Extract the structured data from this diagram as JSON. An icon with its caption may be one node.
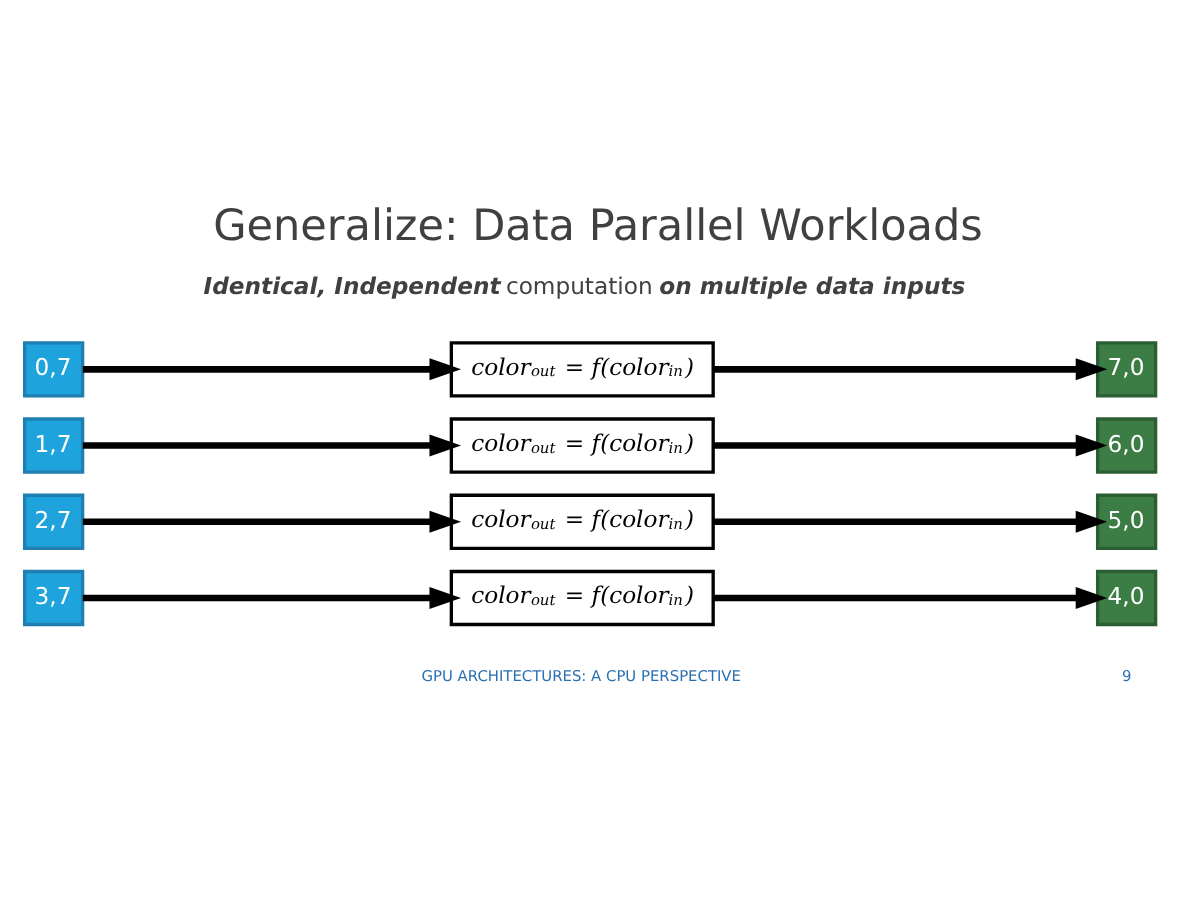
{
  "diagram": {
    "title": "Generalize: Data Parallel Workloads",
    "nodes": [
      {
        "text": [
          "0,7"
        ]
      },
      {
        "text": [
          "color$_{out}$ = f(color$_{in}$)"
        ]
      },
      {
        "text": [
          "7,0"
        ]
      },
      {
        "text": [
          "1,7"
        ]
      },
      {
        "text": [
          "color$_{out}$ = f(color$_{in}$)"
        ]
      },
      {
        "text": [
          "6,0"
        ]
      },
      {
        "text": [
          "2,7"
        ]
      },
      {
        "text": [
          "color$_{out}$ = f(color$_{in}$)"
        ]
      },
      {
        "text": [
          "5,0"
        ]
      },
      {
        "text": [
          "3,7"
        ]
      },
      {
        "text": [
          "color$_{out}$ = f(color$_{in}$)"
        ]
      },
      {
        "text": [
          "4,0"
        ]
      }
    ],
    "edges": [
      {
        "from": 0,
        "to": 1,
        "arrow": "to"
      },
      {
        "from": 1,
        "to": 2,
        "arrow": "to"
      },
      {
        "from": 3,
        "to": 4,
        "arrow": "to"
      },
      {
        "from": 4,
        "to": 5,
        "arrow": "to"
      },
      {
        "from": 6,
        "to": 7,
        "arrow": "to"
      },
      {
        "from": 7,
        "to": 8,
        "arrow": "to"
      },
      {
        "from": 9,
        "to": 10,
        "arrow": "to"
      },
      {
        "from": 10,
        "to": 11,
        "arrow": "to"
      }
    ],
    "labels": [
      "**Identical, Independent** computation **on multiple data inputs**",
      "GPU ARCHITECTURES: A CPU PERSPECTIVE",
      "9"
    ]
  }
}
